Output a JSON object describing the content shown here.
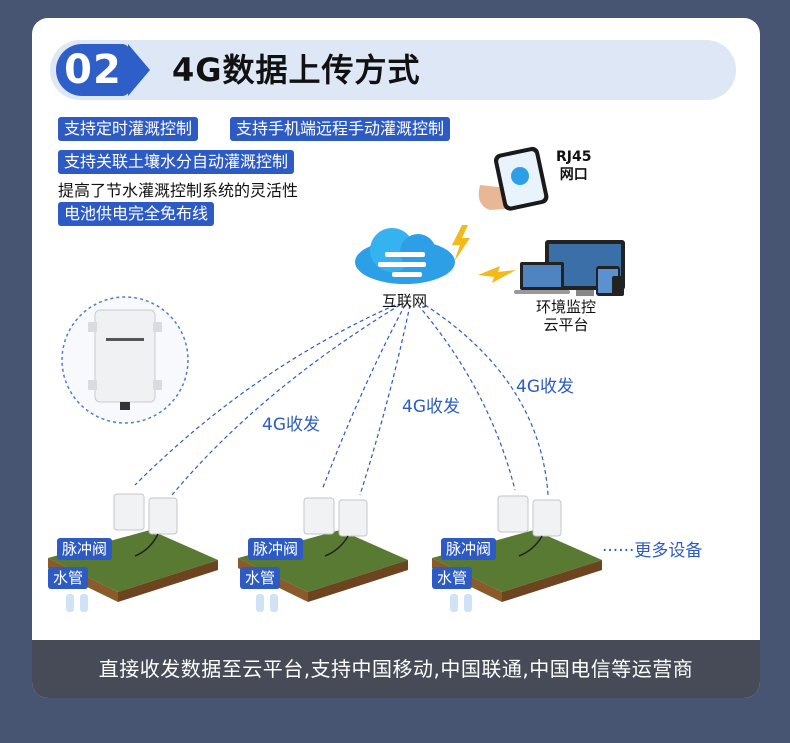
{
  "header": {
    "number": "02",
    "title": "4G数据上传方式"
  },
  "features": [
    "支持定时灌溉控制",
    "支持手机端远程手动灌溉控制",
    "支持关联土壤水分自动灌溉控制",
    "提高了节水灌溉控制系统的灵活性",
    "电池供电完全免布线"
  ],
  "diagram": {
    "rj45_line1": "RJ45",
    "rj45_line2": "网口",
    "internet_label": "互联网",
    "platform_line1": "环境监控",
    "platform_line2": "云平台",
    "signal_label": "4G收发",
    "valve_label": "脉冲阀",
    "pipe_label": "水管",
    "more_devices": "······更多设备"
  },
  "footer": {
    "text": "直接收发数据至云平台,支持中国移动,中国联通,中国电信等运营商"
  },
  "colors": {
    "accent": "#2d5bc3",
    "background": "#475472",
    "footer": "#474b58"
  }
}
